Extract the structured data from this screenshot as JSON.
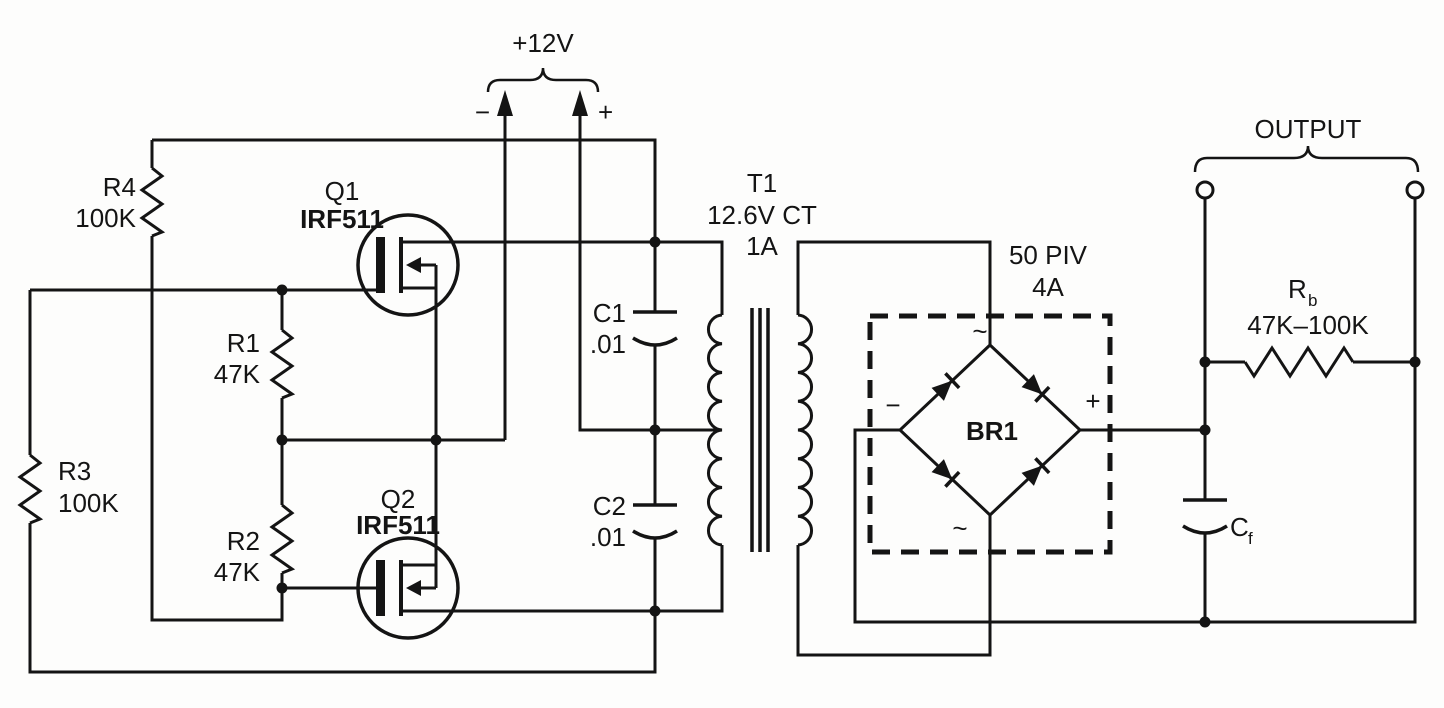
{
  "supply": {
    "voltage": "+12V",
    "neg": "−",
    "pos": "+"
  },
  "transistors": {
    "q1": {
      "ref": "Q1",
      "part": "IRF511"
    },
    "q2": {
      "ref": "Q2",
      "part": "IRF511"
    }
  },
  "resistors": {
    "r1": {
      "ref": "R1",
      "value": "47K"
    },
    "r2": {
      "ref": "R2",
      "value": "47K"
    },
    "r3": {
      "ref": "R3",
      "value": "100K"
    },
    "r4": {
      "ref": "R4",
      "value": "100K"
    },
    "rb": {
      "ref": "R",
      "sub": "b",
      "value": "47K–100K"
    }
  },
  "capacitors": {
    "c1": {
      "ref": "C1",
      "value": ".01"
    },
    "c2": {
      "ref": "C2",
      "value": ".01"
    },
    "cf": {
      "ref": "C",
      "sub": "f"
    }
  },
  "transformer": {
    "ref": "T1",
    "spec": "12.6V CT",
    "current": "1A"
  },
  "bridge": {
    "ref": "BR1",
    "piv": "50 PIV",
    "current": "4A",
    "ac_top": "~",
    "ac_bottom": "~",
    "neg": "−",
    "pos": "+"
  },
  "output": {
    "label": "OUTPUT"
  }
}
